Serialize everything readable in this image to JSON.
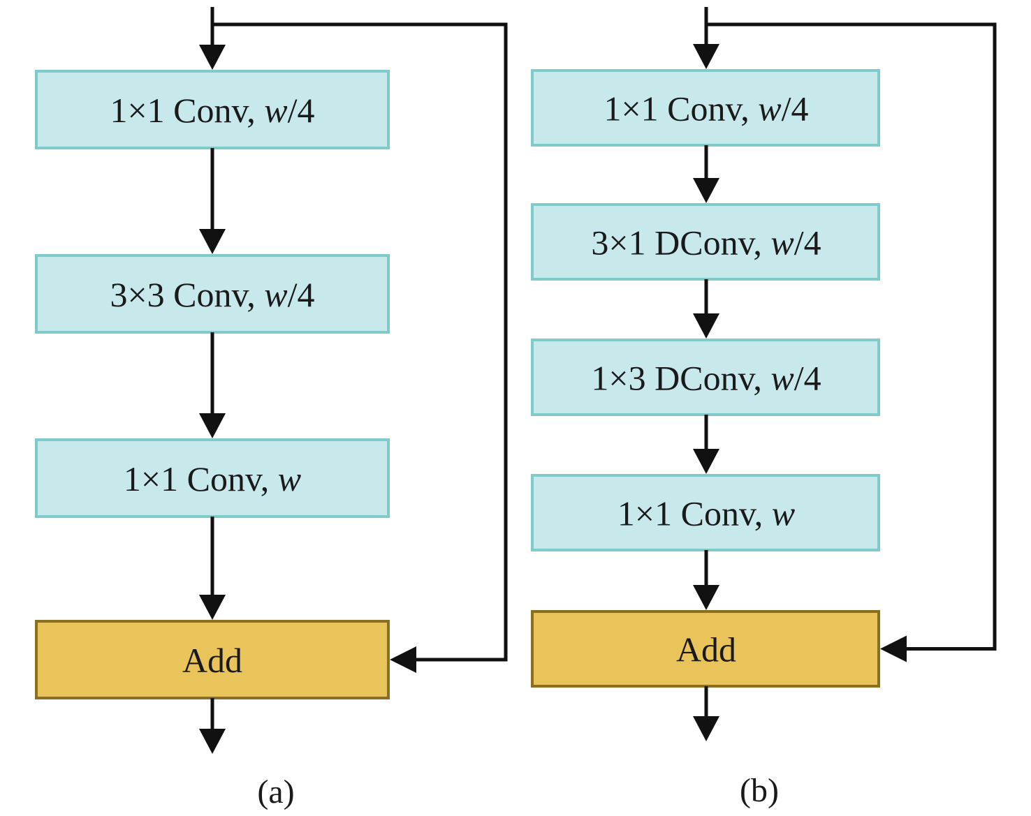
{
  "diagrams": [
    {
      "id": "a",
      "caption": "(a)",
      "blocks": [
        {
          "label": "1×1 Conv, ",
          "var": "w/4",
          "type": "conv"
        },
        {
          "label": "3×3 Conv, ",
          "var": "w/4",
          "type": "conv"
        },
        {
          "label": "1×1 Conv, ",
          "var": "w",
          "type": "conv"
        },
        {
          "label": "Add",
          "var": "",
          "type": "add"
        }
      ]
    },
    {
      "id": "b",
      "caption": "(b)",
      "blocks": [
        {
          "label": "1×1 Conv, ",
          "var": "w/4",
          "type": "conv"
        },
        {
          "label": "3×1 DConv, ",
          "var": "w/4",
          "type": "conv"
        },
        {
          "label": "1×3 DConv, ",
          "var": "w/4",
          "type": "conv"
        },
        {
          "label": "1×1 Conv, ",
          "var": "w",
          "type": "conv"
        },
        {
          "label": "Add",
          "var": "",
          "type": "add"
        }
      ]
    }
  ],
  "colors": {
    "conv_fill": "#c8e9ec",
    "conv_border": "#7fcbc9",
    "add_fill": "#e8c45a",
    "add_border": "#8a6e22",
    "arrow": "#111111"
  }
}
